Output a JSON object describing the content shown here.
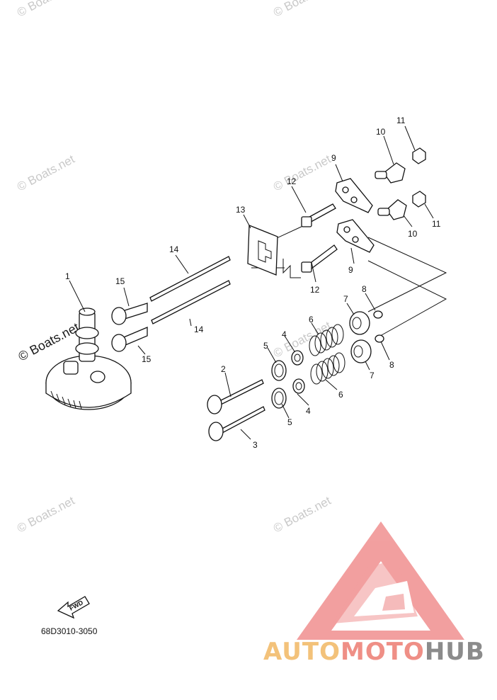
{
  "callouts": {
    "c1": "1",
    "c2": "2",
    "c3": "3",
    "c4a": "4",
    "c4b": "4",
    "c5a": "5",
    "c5b": "5",
    "c6a": "6",
    "c6b": "6",
    "c7a": "7",
    "c7b": "7",
    "c8a": "8",
    "c8b": "8",
    "c9a": "9",
    "c9b": "9",
    "c10a": "10",
    "c10b": "10",
    "c11a": "11",
    "c11b": "11",
    "c12a": "12",
    "c12b": "12",
    "c13": "13",
    "c14a": "14",
    "c14b": "14",
    "c15a": "15",
    "c15b": "15"
  },
  "watermark": "© Boats.net",
  "fwd_label": "FWD",
  "diagram_code": "68D3010-3050",
  "brand": {
    "part1": "AUTO",
    "part2": "MOTO",
    "part3": "HUB"
  },
  "colors": {
    "brand_logo": "#f08f8f",
    "brand_auto": "#f3c27a",
    "brand_moto": "#ef8f86",
    "brand_hub": "#8b8b8b"
  }
}
